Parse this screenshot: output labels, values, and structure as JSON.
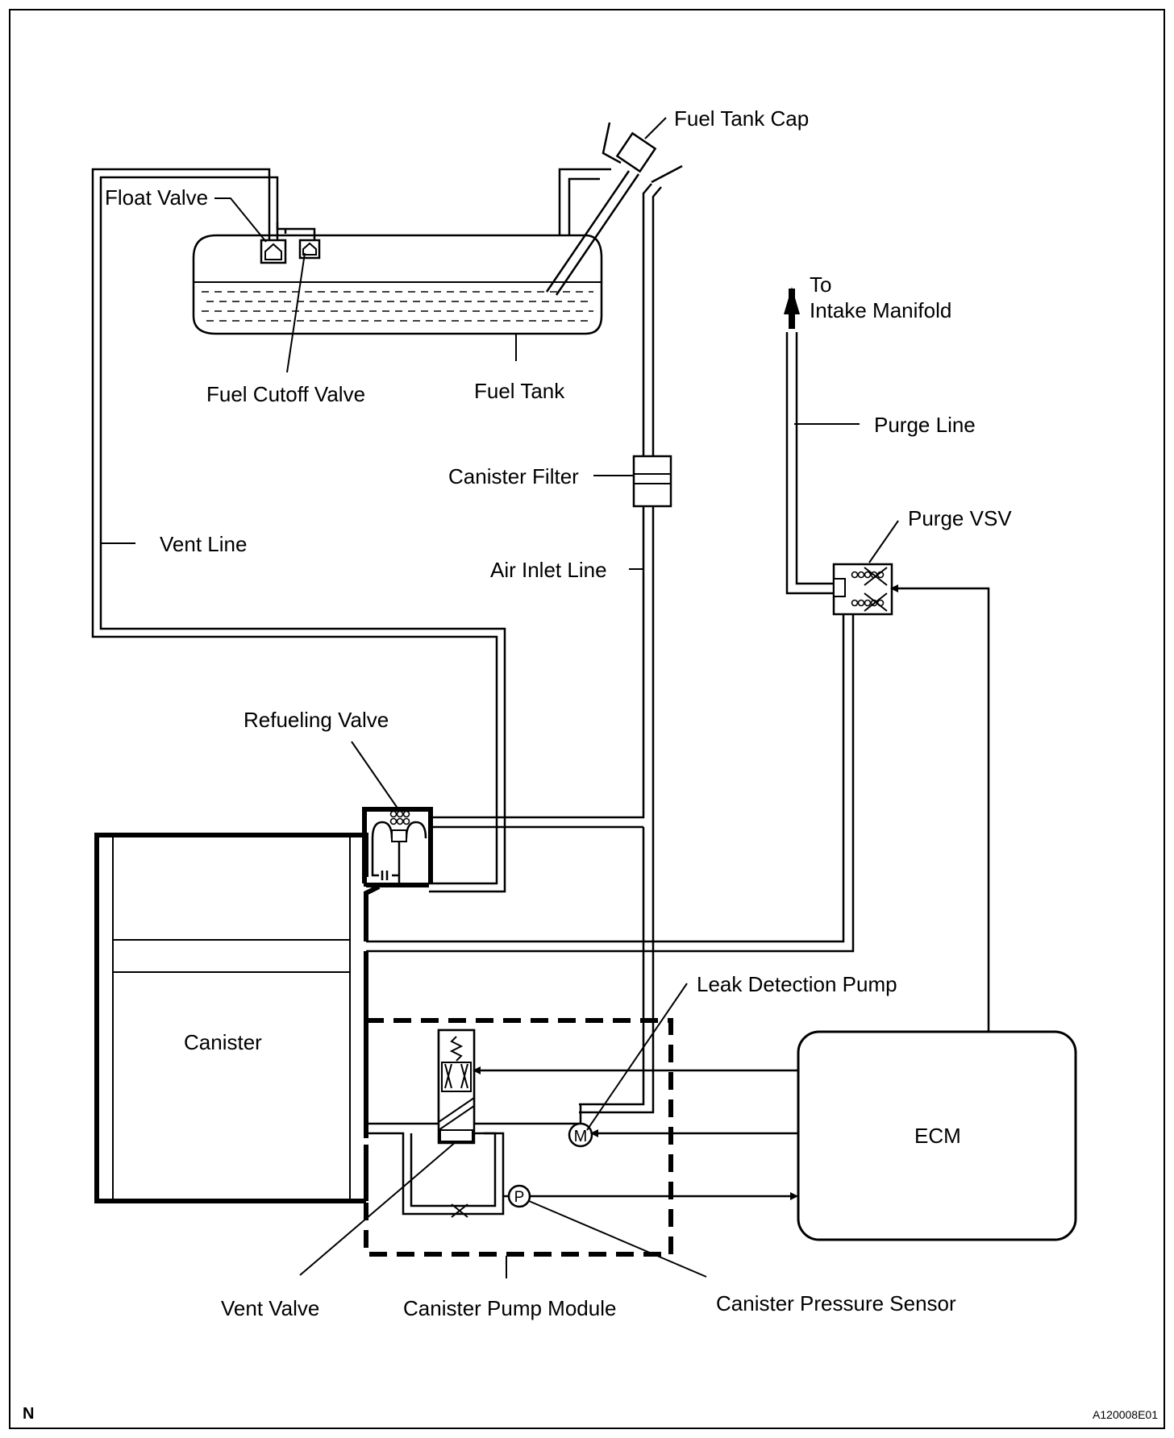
{
  "labels": {
    "fuel_tank_cap": "Fuel Tank Cap",
    "float_valve": "Float Valve",
    "fuel_cutoff_valve": "Fuel Cutoff Valve",
    "fuel_tank": "Fuel Tank",
    "to": "To",
    "intake_manifold": "Intake Manifold",
    "purge_line": "Purge Line",
    "canister_filter": "Canister Filter",
    "purge_vsv": "Purge VSV",
    "vent_line": "Vent Line",
    "air_inlet_line": "Air Inlet Line",
    "refueling_valve": "Refueling Valve",
    "leak_detection_pump": "Leak Detection Pump",
    "canister": "Canister",
    "ecm": "ECM",
    "vent_valve": "Vent Valve",
    "canister_pump_module": "Canister Pump Module",
    "canister_pressure_sensor": "Canister Pressure Sensor",
    "motor_symbol": "M",
    "pressure_symbol": "P"
  },
  "footer": {
    "corner_mark": "N",
    "figure_id": "A120008E01"
  }
}
